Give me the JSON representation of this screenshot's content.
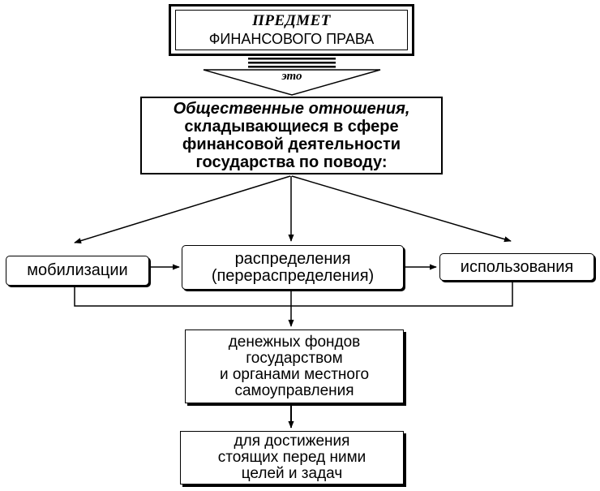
{
  "title": {
    "line1": "ПРЕДМЕТ",
    "line2": "ФИНАНСОВОГО ПРАВА"
  },
  "arrow_label": "это",
  "main_box": {
    "line1": "Общественные отношения,",
    "line2": "складывающиеся в сфере",
    "line3": "финансовой деятельности",
    "line4": "государства по поводу:"
  },
  "stages": {
    "mobilization": "мобилизации",
    "distribution_line1": "распределения",
    "distribution_line2": "(перераспределения)",
    "use": "использования"
  },
  "funds_box": {
    "line1": "денежных фондов",
    "line2": "государством",
    "line3": "и органами местного",
    "line4": "самоуправления"
  },
  "goals_box": {
    "line1": "для достижения",
    "line2": "стоящих перед ними",
    "line3": "целей и задач"
  }
}
